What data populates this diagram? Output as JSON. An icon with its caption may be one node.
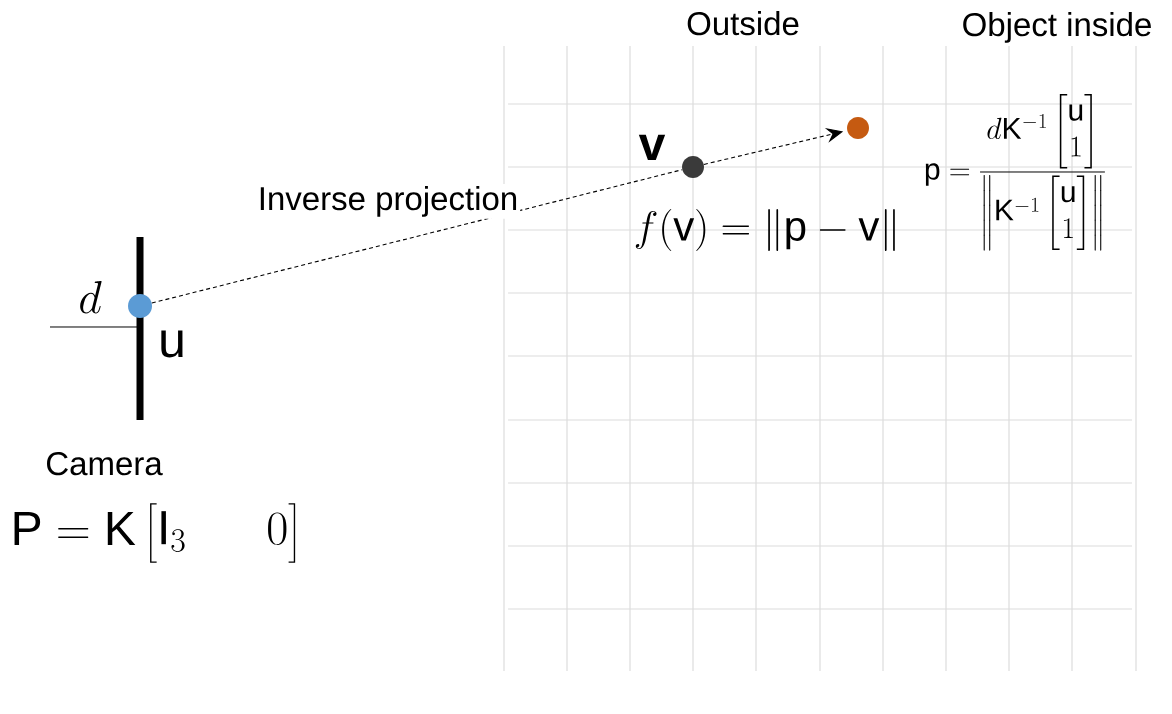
{
  "diagram": {
    "nodes": [
      {
        "text": [],
        "shape": "circle",
        "beside": [
          "u"
        ]
      },
      {
        "text": [],
        "shape": "circle",
        "beside": [
          "v"
        ]
      },
      {
        "text": [],
        "shape": "circle"
      }
    ],
    "edges": [
      {
        "from": 0,
        "to": 1,
        "arrow": "none",
        "style": "dashed",
        "label": "Inverse projection"
      },
      {
        "from": 1,
        "to": 2,
        "arrow": "to",
        "style": "dashed"
      }
    ],
    "labels": [
      "Outside",
      "Object inside",
      "\\mathrm{p}=\\frac{d\\mathrm{K}^{-1}\\begin{bmatrix}\\mathrm{u}\\\\1\\end{bmatrix}}{\\left\\|\\mathrm{K}^{-1}\\begin{bmatrix}\\mathrm{u}\\\\1\\end{bmatrix}\\right\\|}",
      "f(\\mathrm{v})=\\left\\|\\mathrm{p}-\\mathrm{v}\\right\\|",
      "d",
      "Camera",
      "\\mathrm{P}=\\mathrm{K}\\begin{bmatrix}\\mathrm{I}_3 & 0\\end{bmatrix}"
    ]
  }
}
